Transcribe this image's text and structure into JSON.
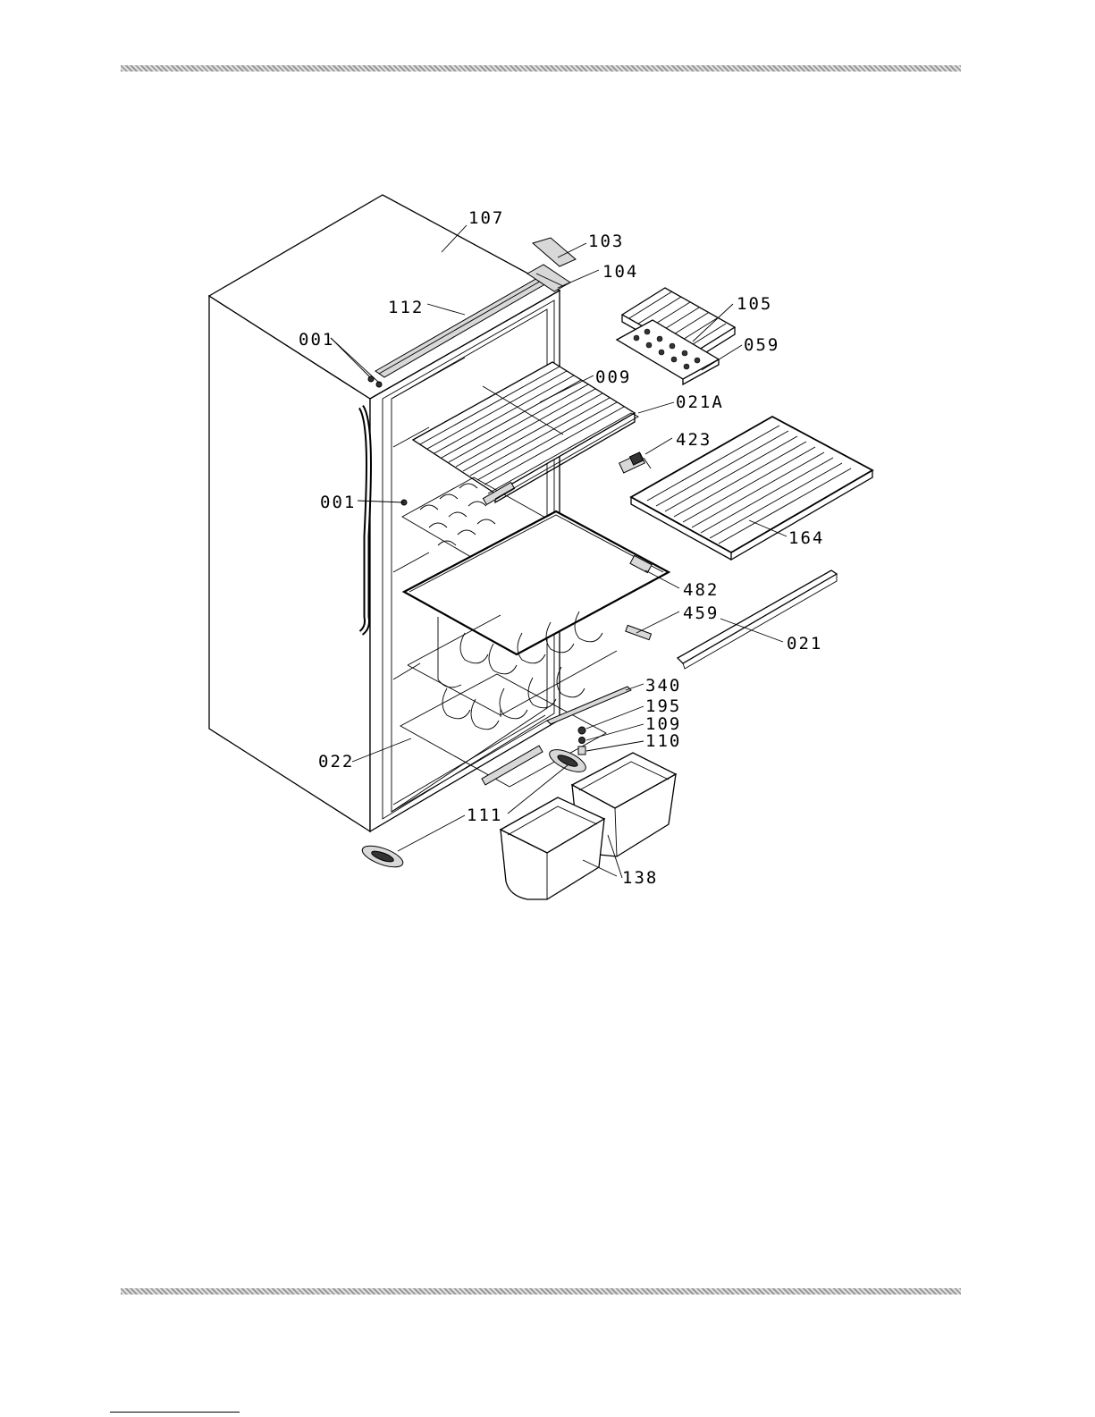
{
  "diagram": {
    "part_labels": {
      "p107": "107",
      "p103": "103",
      "p104": "104",
      "p112": "112",
      "p105": "105",
      "p001a": "001",
      "p059": "059",
      "p009": "009",
      "p021A": "021A",
      "p423": "423",
      "p001b": "001",
      "p164": "164",
      "p482": "482",
      "p459": "459",
      "p021": "021",
      "p340": "340",
      "p195": "195",
      "p109": "109",
      "p110": "110",
      "p022": "022",
      "p111": "111",
      "p138": "138"
    }
  },
  "colors": {
    "line": "#000000",
    "background": "#ffffff",
    "rule": "#9a9a9a"
  }
}
